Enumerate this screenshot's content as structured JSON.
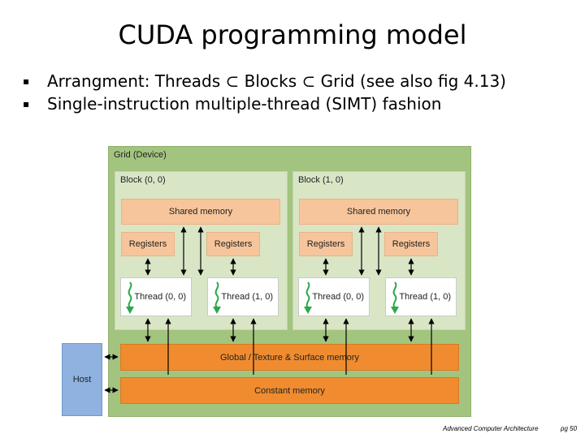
{
  "slide": {
    "title": "CUDA programming model",
    "bullets": [
      {
        "before": "Arrangment: Threads ",
        "mid": " Blocks ",
        "after": " Grid (see also fig 4.13)"
      },
      {
        "text": "Single-instruction multiple-thread (SIMT) fashion"
      }
    ],
    "subset_symbol": "⊂",
    "bullet_symbol": "▪"
  },
  "diagram": {
    "grid_label": "Grid (Device)",
    "blocks": [
      {
        "label": "Block (0, 0)",
        "shared_memory": "Shared memory",
        "registers": [
          "Registers",
          "Registers"
        ],
        "threads": [
          {
            "label": "Thread (0, 0)"
          },
          {
            "label": "Thread (1, 0)"
          }
        ]
      },
      {
        "label": "Block (1, 0)",
        "shared_memory": "Shared memory",
        "registers": [
          "Registers",
          "Registers"
        ],
        "threads": [
          {
            "label": "Thread (0, 0)"
          },
          {
            "label": "Thread (1, 0)"
          }
        ]
      }
    ],
    "global_memory": "Global / Texture & Surface memory",
    "constant_memory": "Constant memory",
    "host": "Host",
    "colors": {
      "grid": "#a3c47f",
      "block": "#d8e6c6",
      "memory_light": "#f7c59b",
      "memory_dark": "#f08c2f",
      "host": "#8fb2e0",
      "thread_squiggle": "#2aa84a"
    }
  },
  "footer": {
    "course": "Advanced Computer Architecture",
    "page": "pg 50"
  }
}
